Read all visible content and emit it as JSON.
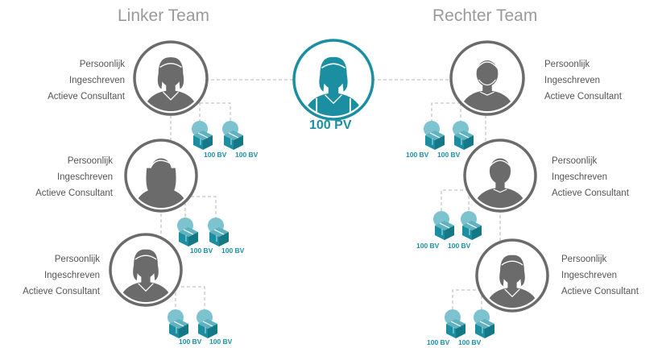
{
  "teams": {
    "left_title": "Linker Team",
    "right_title": "Rechter Team"
  },
  "center": {
    "pv_label": "100 PV"
  },
  "consultant_label": {
    "line1": "Persoonlijk",
    "line2": "Ingeschreven",
    "line3": "Actieve Consultant"
  },
  "bv_label": "100 BV",
  "colors": {
    "teal": "#1b8fa1",
    "teal_light": "#7cc3cf",
    "gray_dark": "#6b6b6b",
    "gray_light": "#a8a8a8",
    "text": "#555555"
  }
}
